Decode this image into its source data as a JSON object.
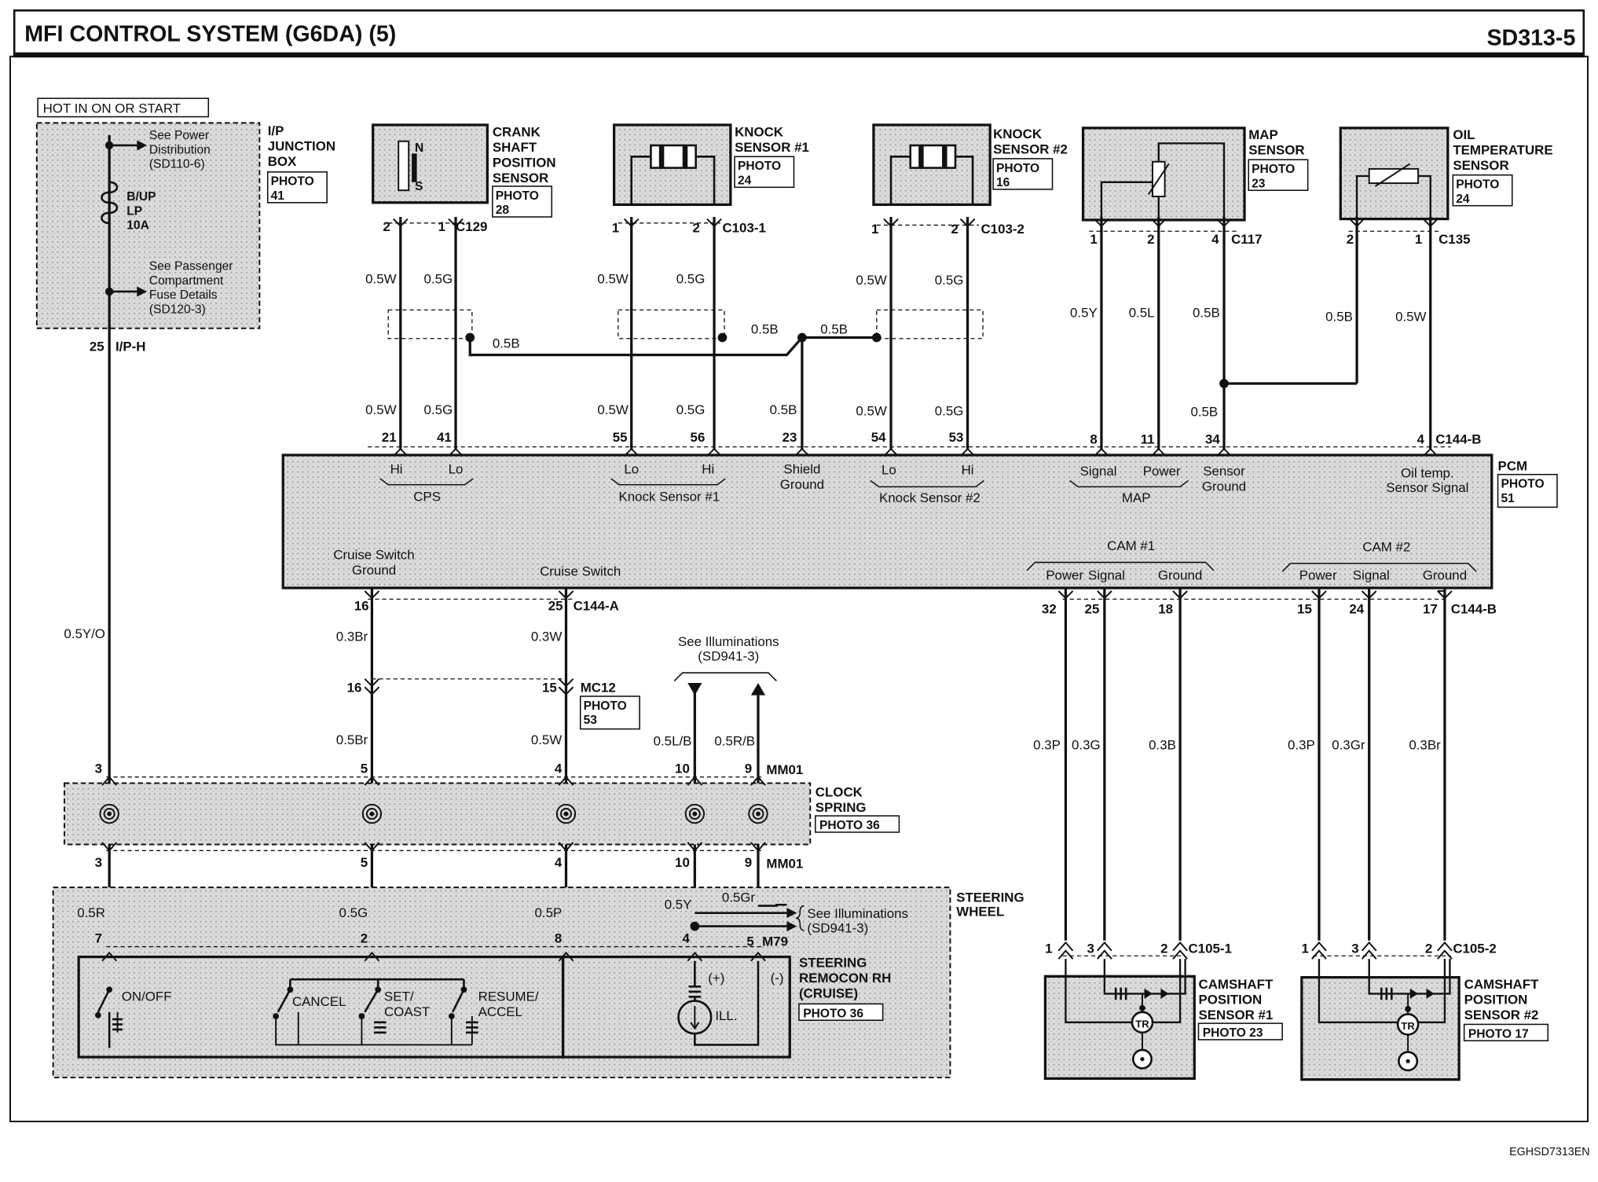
{
  "title": "MFI CONTROL SYSTEM (G6DA) (5)",
  "page_code": "SD313-5",
  "footer_code": "EGHSD7313EN",
  "hot_label": "HOT IN ON OR START",
  "junction": {
    "name_lines": [
      "I/P",
      "JUNCTION",
      "BOX"
    ],
    "photo": [
      "PHOTO",
      "41"
    ],
    "power_dist": [
      "See Power",
      "Distribution",
      "(SD110-6)"
    ],
    "fuse": [
      "B/UP",
      "LP",
      "10A"
    ],
    "passenger": [
      "See Passenger",
      "Compartment",
      "Fuse Details",
      "(SD120-3)"
    ],
    "pin": "25",
    "connector": "I/P-H"
  },
  "sensors": [
    {
      "key": "crank",
      "name_lines": [
        "CRANK",
        "SHAFT",
        "POSITION",
        "SENSOR"
      ],
      "photo": [
        "PHOTO",
        "28"
      ],
      "pins": [
        "2",
        "1"
      ],
      "connector": "C129"
    },
    {
      "key": "knock1",
      "name_lines": [
        "KNOCK",
        "SENSOR #1"
      ],
      "photo": [
        "PHOTO",
        "24"
      ],
      "pins": [
        "1",
        "2"
      ],
      "connector": "C103-1"
    },
    {
      "key": "knock2",
      "name_lines": [
        "KNOCK",
        "SENSOR #2"
      ],
      "photo": [
        "PHOTO",
        "16"
      ],
      "pins": [
        "1",
        "2"
      ],
      "connector": "C103-2"
    },
    {
      "key": "map",
      "name_lines": [
        "MAP",
        "SENSOR"
      ],
      "photo": [
        "PHOTO",
        "23"
      ],
      "pins": [
        "1",
        "2",
        "4"
      ],
      "connector": "C117"
    },
    {
      "key": "oil",
      "name_lines": [
        "OIL",
        "TEMPERATURE",
        "SENSOR"
      ],
      "photo": [
        "PHOTO",
        "24"
      ],
      "pins": [
        "2",
        "1"
      ],
      "connector": "C135"
    }
  ],
  "crank_symbol_letters": [
    "N",
    "S"
  ],
  "wires_upper": [
    "0.5W",
    "0.5G",
    "0.5W",
    "0.5G",
    "0.5W",
    "0.5G",
    "0.5Y",
    "0.5L",
    "0.5B",
    "0.5B",
    "0.5W"
  ],
  "shield_wires": [
    "0.5B",
    "0.5B",
    "0.5B"
  ],
  "wires_lower": [
    "0.5W",
    "0.5G",
    "0.5W",
    "0.5G",
    "0.5B",
    "0.5W",
    "0.5G",
    "0.5B"
  ],
  "pcm": {
    "label": "PCM",
    "photo": [
      "PHOTO",
      "51"
    ],
    "top_pins": [
      "21",
      "41",
      "55",
      "56",
      "23",
      "54",
      "53",
      "8",
      "11",
      "34",
      "4"
    ],
    "top_connector": "C144-B",
    "terms": [
      "Hi",
      "Lo",
      "Lo",
      "Hi",
      "Shield",
      "Ground",
      "Lo",
      "Hi",
      "Signal",
      "Power",
      "Sensor",
      "Ground",
      "Oil temp.",
      "Sensor Signal"
    ],
    "groups": [
      "CPS",
      "Knock Sensor #1",
      "Knock Sensor #2",
      "MAP"
    ],
    "cruise_labels": [
      "Cruise Switch",
      "Ground",
      "Cruise Switch"
    ],
    "cam1": "CAM #1",
    "cam2": "CAM #2",
    "cam_terms": [
      "Power",
      "Signal",
      "Ground",
      "Power",
      "Signal",
      "Ground"
    ],
    "bottom_pins_a": [
      "16",
      "25"
    ],
    "connector_a": "C144-A",
    "bottom_pins_b": [
      "32",
      "25",
      "18",
      "15",
      "24",
      "17"
    ],
    "connector_b": "C144-B"
  },
  "left_wire": "0.5Y/O",
  "mid_wires": [
    "0.3Br",
    "0.3W"
  ],
  "illum_top": [
    "See Illuminations",
    "(SD941-3)"
  ],
  "mc12": {
    "pins": [
      "16",
      "15"
    ],
    "connector": "MC12",
    "photo": [
      "PHOTO",
      "53"
    ]
  },
  "wires_mid2": [
    "0.5Br",
    "0.5W",
    "0.5L/B",
    "0.5R/B"
  ],
  "mm01_pins": [
    "3",
    "5",
    "4",
    "10",
    "9"
  ],
  "mm01": "MM01",
  "clock_spring": {
    "name_lines": [
      "CLOCK",
      "SPRING"
    ],
    "photo": "PHOTO 36"
  },
  "steering_wheel": [
    "STEERING",
    "WHEEL"
  ],
  "wires_sw": [
    "0.5R",
    "0.5G",
    "0.5P",
    "0.5Y",
    "0.5Gr"
  ],
  "illum_side": [
    "See Illuminations",
    "(SD941-3)"
  ],
  "remocon": {
    "pins": [
      "7",
      "2",
      "8",
      "4",
      "5"
    ],
    "connector": "M79",
    "name_lines": [
      "STEERING",
      "REMOCON RH",
      "(CRUISE)"
    ],
    "photo": "PHOTO 36"
  },
  "switch_labels": [
    "ON/OFF",
    "CANCEL",
    "SET/",
    "COAST",
    "RESUME/",
    "ACCEL"
  ],
  "ill_labels": [
    "(+)",
    "(-)",
    "ILL."
  ],
  "cam_wires": [
    "0.3P",
    "0.3G",
    "0.3B",
    "0.3P",
    "0.3Gr",
    "0.3Br"
  ],
  "cam_sensors": [
    {
      "pins": [
        "1",
        "3",
        "2"
      ],
      "connector": "C105-1",
      "name_lines": [
        "CAMSHAFT",
        "POSITION",
        "SENSOR #1"
      ],
      "photo": "PHOTO 23"
    },
    {
      "pins": [
        "1",
        "3",
        "2"
      ],
      "connector": "C105-2",
      "name_lines": [
        "CAMSHAFT",
        "POSITION",
        "SENSOR #2"
      ],
      "photo": "PHOTO 17"
    }
  ],
  "tr_label": "TR"
}
